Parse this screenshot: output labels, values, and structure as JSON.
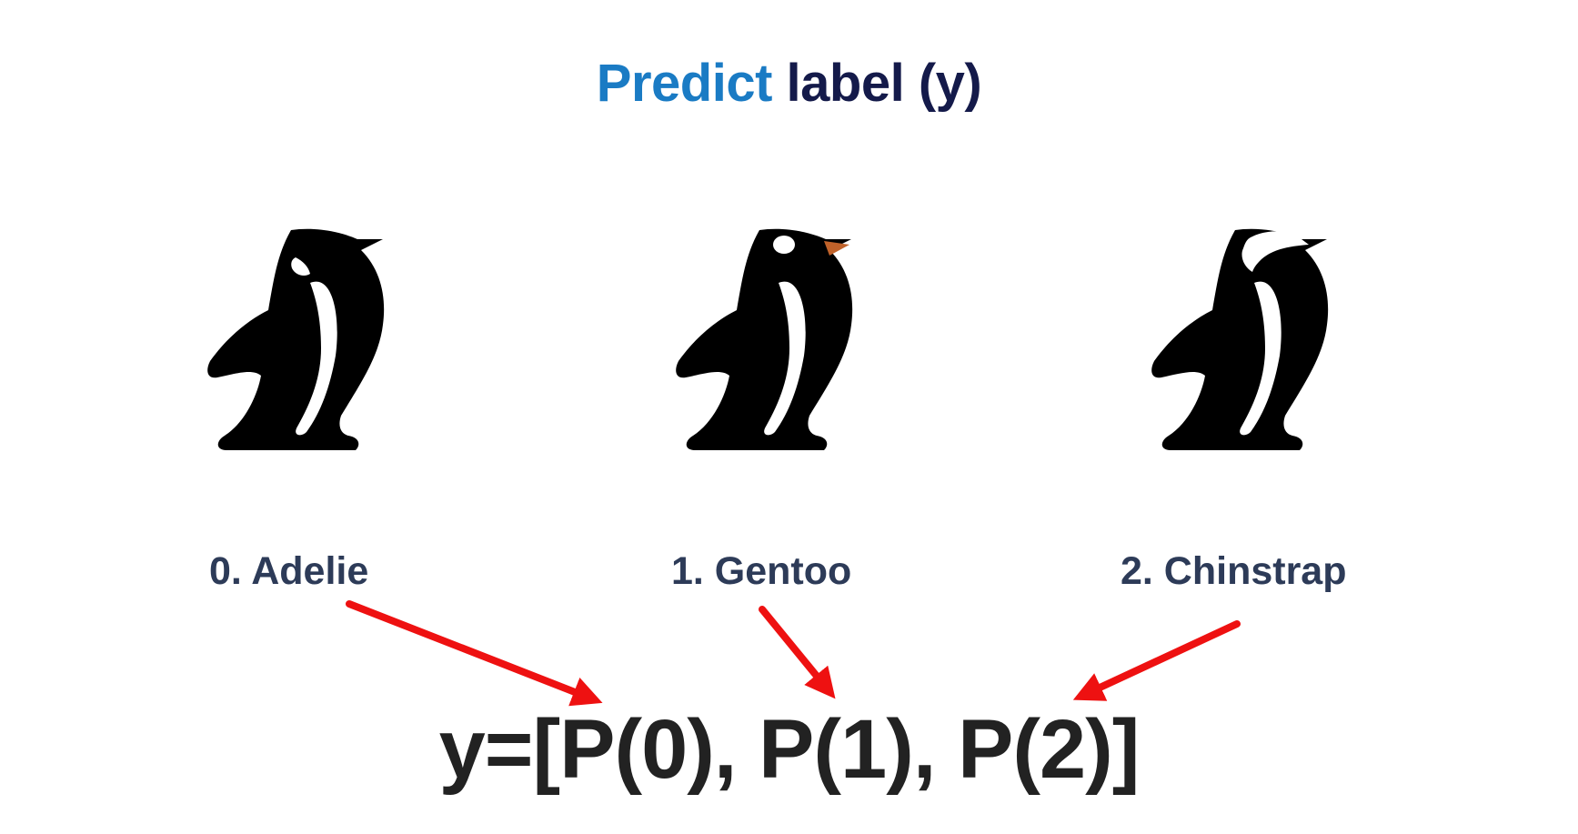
{
  "title": {
    "highlight": "Predict",
    "rest": "label (y)"
  },
  "classes": [
    {
      "label": "0. Adelie",
      "icon": "adelie-penguin-icon"
    },
    {
      "label": "1. Gentoo",
      "icon": "gentoo-penguin-icon"
    },
    {
      "label": "2. Chinstrap",
      "icon": "chinstrap-penguin-icon"
    }
  ],
  "formula": "y=[P(0), P(1), P(2)]",
  "colors": {
    "title_highlight": "#1a7bc4",
    "title_rest": "#141a4a",
    "label": "#2d3b58",
    "arrow": "#ee1111",
    "gentoo_beak": "#c0622a",
    "formula": "#222222"
  }
}
